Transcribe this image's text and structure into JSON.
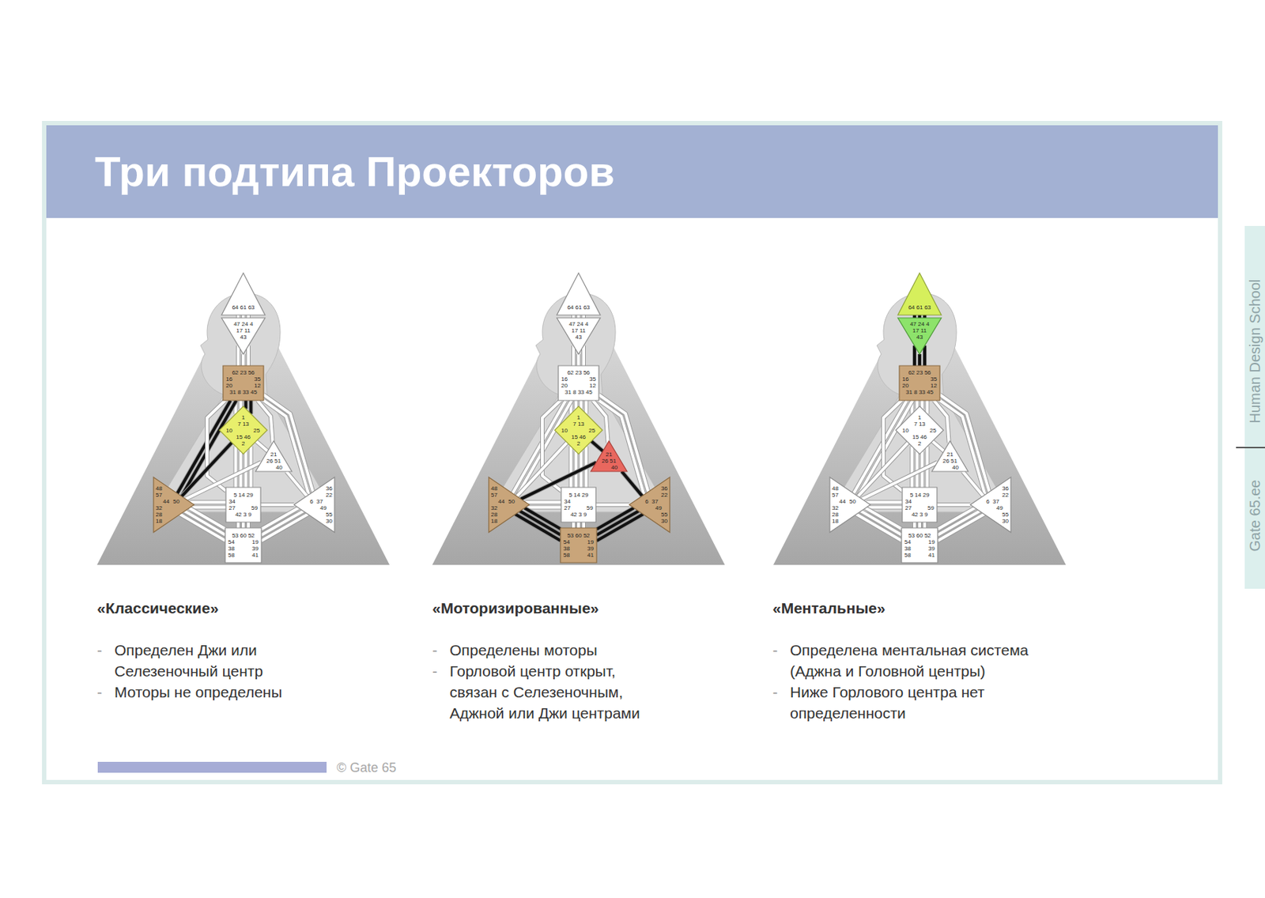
{
  "diagram": {
    "title": "Три подтипа Проекторов",
    "nodes": [
      {
        "text": [
          "64 61 63"
        ]
      },
      {
        "text": [
          "47 24 4",
          "17 11",
          "43"
        ]
      },
      {
        "text": [
          "62 23 56",
          "16",
          "35",
          "20",
          "12",
          "31 8 33 45"
        ]
      },
      {
        "text": [
          "1",
          "7 13",
          "10",
          "25",
          "15 46",
          "2"
        ]
      },
      {
        "text": [
          "21",
          "26 51",
          "40"
        ]
      },
      {
        "text": [
          "48",
          "57",
          "44",
          "50",
          "32",
          "28",
          "18"
        ]
      },
      {
        "text": [
          "36",
          "22",
          "6",
          "37",
          "49",
          "55",
          "30"
        ]
      },
      {
        "text": [
          "5 14 29",
          "34",
          "27",
          "59",
          "42 3 9"
        ]
      },
      {
        "text": [
          "53 60 52",
          "54",
          "19",
          "38",
          "39",
          "58",
          "41"
        ]
      },
      {
        "text": [
          "64 61 63"
        ]
      },
      {
        "text": [
          "47 24 4",
          "17 11",
          "43"
        ]
      },
      {
        "text": [
          "62 23 56",
          "16",
          "35",
          "20",
          "12",
          "31 8 33 45"
        ]
      },
      {
        "text": [
          "1",
          "7 13",
          "10",
          "25",
          "15 46",
          "2"
        ]
      },
      {
        "text": [
          "21",
          "26 51",
          "40"
        ]
      },
      {
        "text": [
          "48",
          "57",
          "44",
          "50",
          "32",
          "28",
          "18"
        ]
      },
      {
        "text": [
          "36",
          "22",
          "6",
          "37",
          "49",
          "55",
          "30"
        ]
      },
      {
        "text": [
          "5 14 29",
          "34",
          "27",
          "59",
          "42 3 9"
        ]
      },
      {
        "text": [
          "53 60 52",
          "54",
          "19",
          "38",
          "39",
          "58",
          "41"
        ]
      },
      {
        "text": [
          "64 61 63"
        ]
      },
      {
        "text": [
          "47 24 4",
          "17 11",
          "43"
        ]
      },
      {
        "text": [
          "62 23 56",
          "16",
          "35",
          "20",
          "12",
          "31 8 33 45"
        ]
      },
      {
        "text": [
          "1",
          "7 13",
          "10",
          "25",
          "15 46",
          "2"
        ]
      },
      {
        "text": [
          "21",
          "26 51",
          "40"
        ]
      },
      {
        "text": [
          "48",
          "57",
          "44",
          "50",
          "32",
          "28",
          "18"
        ]
      },
      {
        "text": [
          "36",
          "22",
          "6",
          "37",
          "49",
          "55",
          "30"
        ]
      },
      {
        "text": [
          "5 14 29",
          "34",
          "27",
          "59",
          "42 3 9"
        ]
      },
      {
        "text": [
          "53 60 52",
          "54",
          "19",
          "38",
          "39",
          "58",
          "41"
        ]
      }
    ],
    "edges": [
      {
        "from": 0,
        "to": 1,
        "arrow": "none"
      },
      {
        "from": 0,
        "to": 1,
        "arrow": "none"
      },
      {
        "from": 0,
        "to": 1,
        "arrow": "none"
      },
      {
        "from": 1,
        "to": 2,
        "arrow": "none"
      },
      {
        "from": 1,
        "to": 2,
        "arrow": "none"
      },
      {
        "from": 1,
        "to": 2,
        "arrow": "none"
      },
      {
        "from": 2,
        "to": 3,
        "arrow": "none"
      },
      {
        "from": 2,
        "to": 3,
        "arrow": "none"
      },
      {
        "from": 2,
        "to": 3,
        "arrow": "none"
      },
      {
        "from": 2,
        "to": 3,
        "arrow": "none"
      },
      {
        "from": 2,
        "to": 5,
        "arrow": "none"
      },
      {
        "from": 2,
        "to": 5,
        "arrow": "none"
      },
      {
        "from": 2,
        "to": 7,
        "arrow": "none"
      },
      {
        "from": 2,
        "to": 6,
        "arrow": "none"
      },
      {
        "from": 2,
        "to": 6,
        "arrow": "none"
      },
      {
        "from": 2,
        "to": 4,
        "arrow": "none"
      },
      {
        "from": 3,
        "to": 4,
        "arrow": "none"
      },
      {
        "from": 3,
        "to": 7,
        "arrow": "none"
      },
      {
        "from": 3,
        "to": 7,
        "arrow": "none"
      },
      {
        "from": 3,
        "to": 7,
        "arrow": "none"
      },
      {
        "from": 3,
        "to": 5,
        "arrow": "none"
      },
      {
        "from": 3,
        "to": 7,
        "arrow": "none"
      },
      {
        "from": 4,
        "to": 5,
        "arrow": "none"
      },
      {
        "from": 4,
        "to": 6,
        "arrow": "none"
      },
      {
        "from": 5,
        "to": 7,
        "arrow": "none"
      },
      {
        "from": 5,
        "to": 7,
        "arrow": "none"
      },
      {
        "from": 6,
        "to": 7,
        "arrow": "none"
      },
      {
        "from": 7,
        "to": 8,
        "arrow": "none"
      },
      {
        "from": 7,
        "to": 8,
        "arrow": "none"
      },
      {
        "from": 7,
        "to": 8,
        "arrow": "none"
      },
      {
        "from": 5,
        "to": 8,
        "arrow": "none"
      },
      {
        "from": 5,
        "to": 8,
        "arrow": "none"
      },
      {
        "from": 5,
        "to": 8,
        "arrow": "none"
      },
      {
        "from": 6,
        "to": 8,
        "arrow": "none"
      },
      {
        "from": 6,
        "to": 8,
        "arrow": "none"
      },
      {
        "from": 6,
        "to": 8,
        "arrow": "none"
      },
      {
        "from": 9,
        "to": 10,
        "arrow": "none"
      },
      {
        "from": 9,
        "to": 10,
        "arrow": "none"
      },
      {
        "from": 9,
        "to": 10,
        "arrow": "none"
      },
      {
        "from": 10,
        "to": 11,
        "arrow": "none"
      },
      {
        "from": 10,
        "to": 11,
        "arrow": "none"
      },
      {
        "from": 10,
        "to": 11,
        "arrow": "none"
      },
      {
        "from": 11,
        "to": 12,
        "arrow": "none"
      },
      {
        "from": 11,
        "to": 12,
        "arrow": "none"
      },
      {
        "from": 11,
        "to": 12,
        "arrow": "none"
      },
      {
        "from": 11,
        "to": 12,
        "arrow": "none"
      },
      {
        "from": 11,
        "to": 14,
        "arrow": "none"
      },
      {
        "from": 11,
        "to": 14,
        "arrow": "none"
      },
      {
        "from": 11,
        "to": 16,
        "arrow": "none"
      },
      {
        "from": 11,
        "to": 15,
        "arrow": "none"
      },
      {
        "from": 11,
        "to": 15,
        "arrow": "none"
      },
      {
        "from": 11,
        "to": 13,
        "arrow": "none"
      },
      {
        "from": 12,
        "to": 13,
        "arrow": "none"
      },
      {
        "from": 12,
        "to": 16,
        "arrow": "none"
      },
      {
        "from": 12,
        "to": 16,
        "arrow": "none"
      },
      {
        "from": 12,
        "to": 16,
        "arrow": "none"
      },
      {
        "from": 12,
        "to": 14,
        "arrow": "none"
      },
      {
        "from": 12,
        "to": 16,
        "arrow": "none"
      },
      {
        "from": 13,
        "to": 14,
        "arrow": "none"
      },
      {
        "from": 13,
        "to": 15,
        "arrow": "none"
      },
      {
        "from": 14,
        "to": 16,
        "arrow": "none"
      },
      {
        "from": 14,
        "to": 16,
        "arrow": "none"
      },
      {
        "from": 15,
        "to": 16,
        "arrow": "none"
      },
      {
        "from": 16,
        "to": 17,
        "arrow": "none"
      },
      {
        "from": 16,
        "to": 17,
        "arrow": "none"
      },
      {
        "from": 16,
        "to": 17,
        "arrow": "none"
      },
      {
        "from": 14,
        "to": 17,
        "arrow": "none"
      },
      {
        "from": 14,
        "to": 17,
        "arrow": "none"
      },
      {
        "from": 14,
        "to": 17,
        "arrow": "none"
      },
      {
        "from": 15,
        "to": 17,
        "arrow": "none"
      },
      {
        "from": 15,
        "to": 17,
        "arrow": "none"
      },
      {
        "from": 15,
        "to": 17,
        "arrow": "none"
      },
      {
        "from": 18,
        "to": 19,
        "arrow": "none"
      },
      {
        "from": 18,
        "to": 19,
        "arrow": "none"
      },
      {
        "from": 18,
        "to": 19,
        "arrow": "none"
      },
      {
        "from": 19,
        "to": 20,
        "arrow": "none"
      },
      {
        "from": 19,
        "to": 20,
        "arrow": "none"
      },
      {
        "from": 19,
        "to": 20,
        "arrow": "none"
      },
      {
        "from": 20,
        "to": 21,
        "arrow": "none"
      },
      {
        "from": 20,
        "to": 21,
        "arrow": "none"
      },
      {
        "from": 20,
        "to": 21,
        "arrow": "none"
      },
      {
        "from": 20,
        "to": 21,
        "arrow": "none"
      },
      {
        "from": 20,
        "to": 23,
        "arrow": "none"
      },
      {
        "from": 20,
        "to": 23,
        "arrow": "none"
      },
      {
        "from": 20,
        "to": 25,
        "arrow": "none"
      },
      {
        "from": 20,
        "to": 24,
        "arrow": "none"
      },
      {
        "from": 20,
        "to": 24,
        "arrow": "none"
      },
      {
        "from": 20,
        "to": 22,
        "arrow": "none"
      },
      {
        "from": 21,
        "to": 22,
        "arrow": "none"
      },
      {
        "from": 21,
        "to": 25,
        "arrow": "none"
      },
      {
        "from": 21,
        "to": 25,
        "arrow": "none"
      },
      {
        "from": 21,
        "to": 25,
        "arrow": "none"
      },
      {
        "from": 21,
        "to": 23,
        "arrow": "none"
      },
      {
        "from": 21,
        "to": 25,
        "arrow": "none"
      },
      {
        "from": 22,
        "to": 23,
        "arrow": "none"
      },
      {
        "from": 22,
        "to": 24,
        "arrow": "none"
      },
      {
        "from": 23,
        "to": 25,
        "arrow": "none"
      },
      {
        "from": 23,
        "to": 25,
        "arrow": "none"
      },
      {
        "from": 24,
        "to": 25,
        "arrow": "none"
      },
      {
        "from": 25,
        "to": 26,
        "arrow": "none"
      },
      {
        "from": 25,
        "to": 26,
        "arrow": "none"
      },
      {
        "from": 25,
        "to": 26,
        "arrow": "none"
      },
      {
        "from": 23,
        "to": 26,
        "arrow": "none"
      },
      {
        "from": 23,
        "to": 26,
        "arrow": "none"
      },
      {
        "from": 23,
        "to": 26,
        "arrow": "none"
      },
      {
        "from": 24,
        "to": 26,
        "arrow": "none"
      },
      {
        "from": 24,
        "to": 26,
        "arrow": "none"
      },
      {
        "from": 24,
        "to": 26,
        "arrow": "none"
      }
    ],
    "labels": [
      "«Классические»",
      "-",
      "Определен Джи или Селезеночный центр",
      "-",
      "Моторы не определены",
      "«Моторизированные»",
      "-",
      "Определены моторы",
      "-",
      "Горловой центр открыт, связан с Селезеночным, Аджной или Джи центрами",
      "«Ментальные»",
      "-",
      "Определена ментальная система (Аджна и Головной центры)",
      "-",
      "Ниже Горлового центра нет определенности",
      "© Gate 65",
      "Human Design School",
      "Gate 65.ee"
    ]
  }
}
